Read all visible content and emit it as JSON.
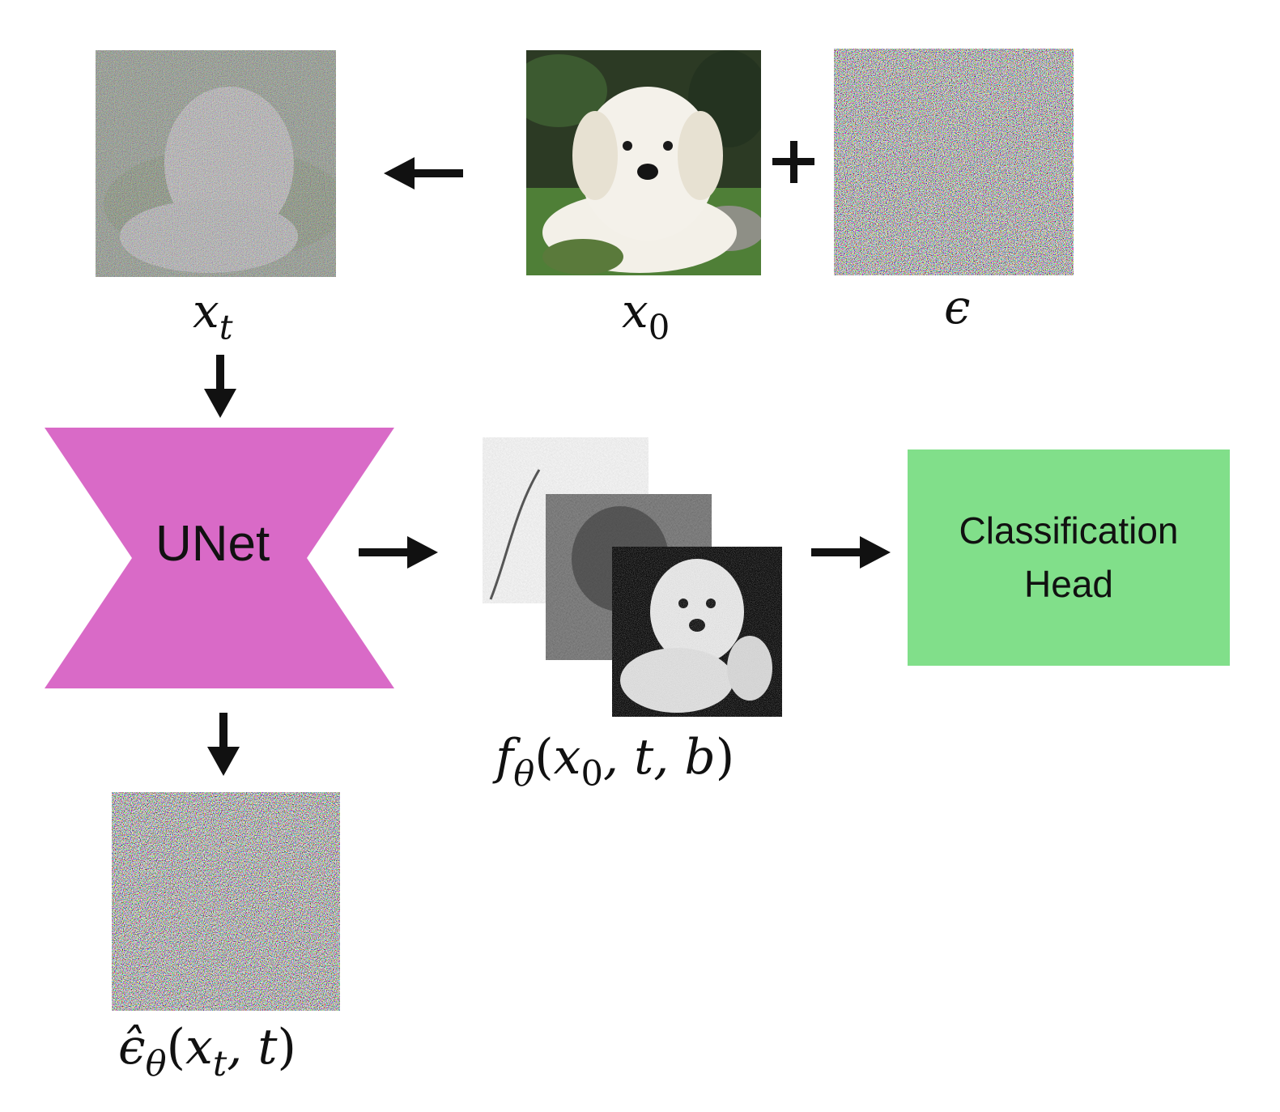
{
  "labels": {
    "xt_base": "x",
    "xt_sub": "t",
    "x0_base": "x",
    "x0_sub": "0",
    "eps": "ϵ",
    "plus": "+",
    "feat_f": "f",
    "feat_sub": "θ",
    "feat_args_open": "(",
    "feat_args_x": "x",
    "feat_args_x_sub": "0",
    "feat_args_rest": ", t, b",
    "feat_args_close": ")",
    "pred_eps": "ϵ̂",
    "pred_sub": "θ",
    "pred_open": "(",
    "pred_x": "x",
    "pred_x_sub": "t",
    "pred_rest": ", t",
    "pred_close": ")"
  },
  "unet": {
    "label": "UNet",
    "color": "#d96ac7"
  },
  "classifier": {
    "line1": "Classification",
    "line2": "Head",
    "color": "#81df8a"
  },
  "images": {
    "xt": "noisy-dog-image",
    "x0": "puppy-photo",
    "eps": "noise-image",
    "features": "feature-maps-stack",
    "pred": "predicted-noise-image"
  }
}
